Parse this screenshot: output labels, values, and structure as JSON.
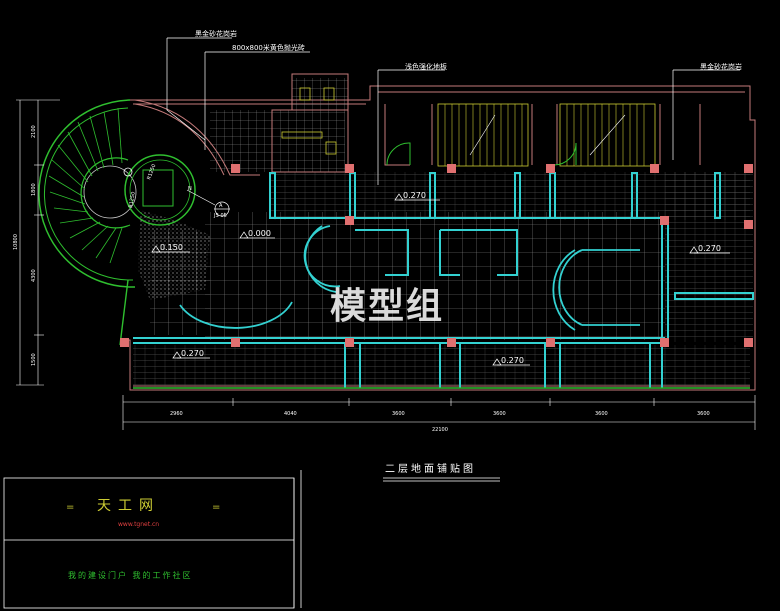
{
  "drawing": {
    "callouts": {
      "top_left": "黑金砂花岗岩",
      "tile_spec": "800x800米黄色抛光砖",
      "wood_floor": "浅色强化地板",
      "top_right": "黑金砂花岗岩"
    },
    "levels": {
      "lvl_a": "0.270",
      "lvl_b": "0.270",
      "lvl_c": "0.150",
      "lvl_d": "0.000",
      "lvl_e": "0.270",
      "lvl_f": "0.270"
    },
    "tags": {
      "section_mark": "A",
      "section_ref": "JS-05",
      "stair_1": "R1250",
      "stair_2": "R1250",
      "stair_n": "N"
    },
    "left_dims": [
      "2100",
      "1800",
      "4300",
      "1500"
    ],
    "left_total": "10800",
    "bottom_dims": [
      "2960",
      "4040",
      "3600",
      "3600",
      "3600",
      "3600"
    ],
    "bottom_total": "22100",
    "title": "二层地面铺贴图",
    "watermark": "模型组"
  },
  "title_block": {
    "brand_left_eq": "=",
    "brand": "天工网",
    "brand_right_eq": "=",
    "url": "www.tgnet.cn",
    "slogan": "我的建设门户  我的工作社区"
  },
  "colors": {
    "wall": "#c47a7a",
    "floor_grid": "#a0a0a0",
    "cyan": "#33d1d1",
    "green": "#2fbf2f",
    "column": "#e07070",
    "yellow": "#cccc33",
    "white": "#ffffff"
  }
}
